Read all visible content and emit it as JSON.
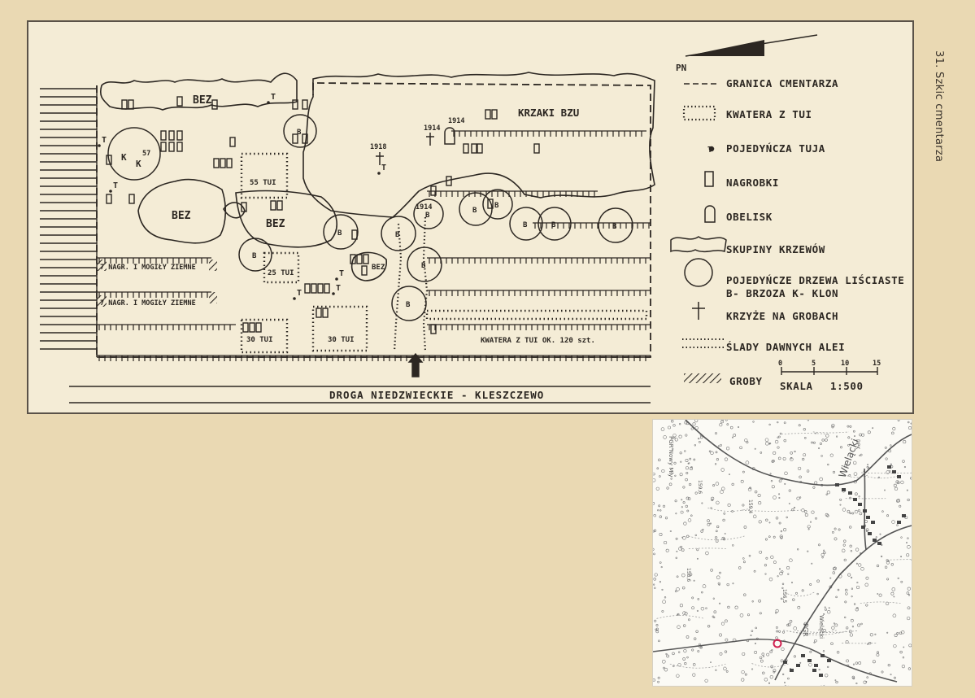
{
  "caption": "31. Szkic cmentarza",
  "map": {
    "north_label": "PN",
    "road_label": "DROGA   NIEDZWIECKIE - KLESZCZEWO",
    "areas": {
      "bez_top": "BEZ",
      "bez_left": "BEZ",
      "bez_center": "BEZ",
      "bez_small": "BEZ",
      "krzaki": "KRZAKI BZU",
      "tui_55": "55 TUI",
      "tui_25": "25 TUI",
      "tui_30a": "30 TUI",
      "tui_30b": "30 TUI",
      "kwatera": "KWATERA Z TUI  OK. 120 szt.",
      "nagr_1": "7 NAGR. I MOGIŁY ZIEMNE",
      "nagr_2": "7 NAGR. I MOGIŁY ZIEMNE"
    },
    "tree_letters": {
      "birch": "B",
      "maple": "K"
    },
    "tuja_letter": "T",
    "years": {
      "y1914a": "1914",
      "y1914b": "1914",
      "y1918": "1918",
      "y1914c": "1914"
    },
    "numbers": {
      "n57": "57"
    },
    "legend": [
      {
        "key": "boundary",
        "label": "GRANICA CMENTARZA"
      },
      {
        "key": "tui_quarter",
        "label": "KWATERA Z TUI"
      },
      {
        "key": "single_tuja",
        "label": "POJEDYŃCZA TUJA"
      },
      {
        "key": "graves",
        "label": "NAGROBKI"
      },
      {
        "key": "obelisk",
        "label": "OBELISK"
      },
      {
        "key": "shrubs",
        "label": "SKUPINY KRZEWÓW"
      },
      {
        "key": "trees_1",
        "label": "POJEDYŃCZE DRZEWA LIŚCIASTE"
      },
      {
        "key": "trees_2",
        "label": "B- BRZOZA  K- KLON"
      },
      {
        "key": "crosses",
        "label": "KRZYŻE NA GROBACH"
      },
      {
        "key": "alleys",
        "label": "ŚLADY DAWNYCH ALEI"
      },
      {
        "key": "groby",
        "label": "GROBY"
      }
    ],
    "scale": {
      "ticks": [
        "0",
        "5",
        "10",
        "15"
      ],
      "label": "SKALA",
      "ratio": "1:500"
    }
  },
  "topo": {
    "labels": {
      "village": "Wielącki",
      "pgr_north": "PGR Nowy Mły",
      "pgr_south": "PGR",
      "road_name": "Wielącki",
      "elev1": "159,6",
      "elev2": "159,4",
      "elev3": "158,6",
      "elev4": "156,5",
      "dpk": "DPK"
    },
    "marker_color": "#d02050"
  },
  "colors": {
    "paper": "#ead9b3",
    "sketch_bg": "#f4ecd6",
    "ink": "#2c2722"
  }
}
